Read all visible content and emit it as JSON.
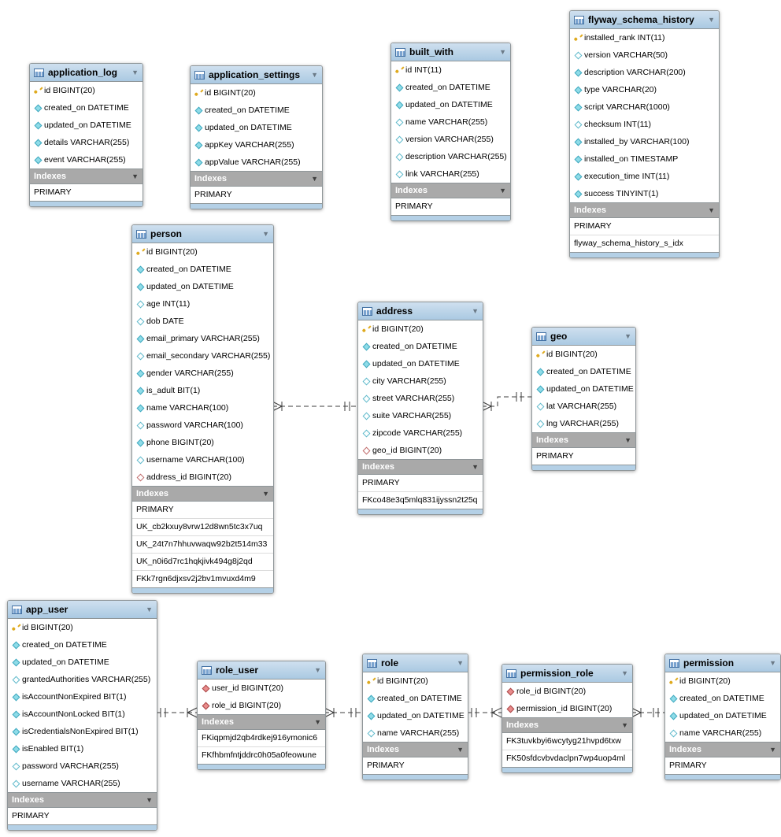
{
  "diagram": {
    "labels": {
      "indexes": "Indexes"
    },
    "icons": {
      "caret": "▼"
    },
    "colors": {
      "table_header": "#b4d0e6",
      "indexes_bar": "#a9a9a9",
      "primary_key_icon": "#dfaa1e",
      "not_null_icon": "#8fdce8",
      "foreign_key_icon": "#e98c8c",
      "connector": "#3c3c3c"
    },
    "tables": [
      {
        "name": "application_log",
        "columns": [
          {
            "icon": "pk",
            "text": "id BIGINT(20)"
          },
          {
            "icon": "req",
            "text": "created_on DATETIME"
          },
          {
            "icon": "req",
            "text": "updated_on DATETIME"
          },
          {
            "icon": "req",
            "text": "details VARCHAR(255)"
          },
          {
            "icon": "req",
            "text": "event VARCHAR(255)"
          }
        ],
        "indexes": [
          "PRIMARY"
        ]
      },
      {
        "name": "application_settings",
        "columns": [
          {
            "icon": "pk",
            "text": "id BIGINT(20)"
          },
          {
            "icon": "req",
            "text": "created_on DATETIME"
          },
          {
            "icon": "req",
            "text": "updated_on DATETIME"
          },
          {
            "icon": "req",
            "text": "appKey VARCHAR(255)"
          },
          {
            "icon": "req",
            "text": "appValue VARCHAR(255)"
          }
        ],
        "indexes": [
          "PRIMARY"
        ]
      },
      {
        "name": "built_with",
        "columns": [
          {
            "icon": "pk",
            "text": "id INT(11)"
          },
          {
            "icon": "req",
            "text": "created_on DATETIME"
          },
          {
            "icon": "req",
            "text": "updated_on DATETIME"
          },
          {
            "icon": "opt",
            "text": "name VARCHAR(255)"
          },
          {
            "icon": "opt",
            "text": "version VARCHAR(255)"
          },
          {
            "icon": "opt",
            "text": "description VARCHAR(255)"
          },
          {
            "icon": "opt",
            "text": "link VARCHAR(255)"
          }
        ],
        "indexes": [
          "PRIMARY"
        ]
      },
      {
        "name": "flyway_schema_history",
        "columns": [
          {
            "icon": "pk",
            "text": "installed_rank INT(11)"
          },
          {
            "icon": "opt",
            "text": "version VARCHAR(50)"
          },
          {
            "icon": "req",
            "text": "description VARCHAR(200)"
          },
          {
            "icon": "req",
            "text": "type VARCHAR(20)"
          },
          {
            "icon": "req",
            "text": "script VARCHAR(1000)"
          },
          {
            "icon": "opt",
            "text": "checksum INT(11)"
          },
          {
            "icon": "req",
            "text": "installed_by VARCHAR(100)"
          },
          {
            "icon": "req",
            "text": "installed_on TIMESTAMP"
          },
          {
            "icon": "req",
            "text": "execution_time INT(11)"
          },
          {
            "icon": "req",
            "text": "success TINYINT(1)"
          }
        ],
        "indexes": [
          "PRIMARY",
          "flyway_schema_history_s_idx"
        ]
      },
      {
        "name": "person",
        "columns": [
          {
            "icon": "pk",
            "text": "id BIGINT(20)"
          },
          {
            "icon": "req",
            "text": "created_on DATETIME"
          },
          {
            "icon": "req",
            "text": "updated_on DATETIME"
          },
          {
            "icon": "opt",
            "text": "age INT(11)"
          },
          {
            "icon": "opt",
            "text": "dob DATE"
          },
          {
            "icon": "req",
            "text": "email_primary VARCHAR(255)"
          },
          {
            "icon": "opt",
            "text": "email_secondary VARCHAR(255)"
          },
          {
            "icon": "req",
            "text": "gender VARCHAR(255)"
          },
          {
            "icon": "req",
            "text": "is_adult BIT(1)"
          },
          {
            "icon": "req",
            "text": "name VARCHAR(100)"
          },
          {
            "icon": "opt",
            "text": "password VARCHAR(100)"
          },
          {
            "icon": "req",
            "text": "phone BIGINT(20)"
          },
          {
            "icon": "opt",
            "text": "username VARCHAR(100)"
          },
          {
            "icon": "fk",
            "text": "address_id BIGINT(20)"
          }
        ],
        "indexes": [
          "PRIMARY",
          "UK_cb2kxuy8vrw12d8wn5tc3x7uq",
          "UK_24t7n7hhuvwaqw92b2t514m33",
          "UK_n0i6d7rc1hqkjivk494g8j2qd",
          "FKk7rgn6djxsv2j2bv1mvuxd4m9"
        ]
      },
      {
        "name": "address",
        "columns": [
          {
            "icon": "pk",
            "text": "id BIGINT(20)"
          },
          {
            "icon": "req",
            "text": "created_on DATETIME"
          },
          {
            "icon": "req",
            "text": "updated_on DATETIME"
          },
          {
            "icon": "opt",
            "text": "city VARCHAR(255)"
          },
          {
            "icon": "opt",
            "text": "street VARCHAR(255)"
          },
          {
            "icon": "opt",
            "text": "suite VARCHAR(255)"
          },
          {
            "icon": "opt",
            "text": "zipcode VARCHAR(255)"
          },
          {
            "icon": "fk",
            "text": "geo_id BIGINT(20)"
          }
        ],
        "indexes": [
          "PRIMARY",
          "FKco48e3q5mlq831ijyssn2t25q"
        ]
      },
      {
        "name": "geo",
        "columns": [
          {
            "icon": "pk",
            "text": "id BIGINT(20)"
          },
          {
            "icon": "req",
            "text": "created_on DATETIME"
          },
          {
            "icon": "req",
            "text": "updated_on DATETIME"
          },
          {
            "icon": "opt",
            "text": "lat VARCHAR(255)"
          },
          {
            "icon": "opt",
            "text": "lng VARCHAR(255)"
          }
        ],
        "indexes": [
          "PRIMARY"
        ]
      },
      {
        "name": "app_user",
        "columns": [
          {
            "icon": "pk",
            "text": "id BIGINT(20)"
          },
          {
            "icon": "req",
            "text": "created_on DATETIME"
          },
          {
            "icon": "req",
            "text": "updated_on DATETIME"
          },
          {
            "icon": "opt",
            "text": "grantedAuthorities VARCHAR(255)"
          },
          {
            "icon": "req",
            "text": "isAccountNonExpired BIT(1)"
          },
          {
            "icon": "req",
            "text": "isAccountNonLocked BIT(1)"
          },
          {
            "icon": "req",
            "text": "isCredentialsNonExpired BIT(1)"
          },
          {
            "icon": "req",
            "text": "isEnabled BIT(1)"
          },
          {
            "icon": "opt",
            "text": "password VARCHAR(255)"
          },
          {
            "icon": "opt",
            "text": "username VARCHAR(255)"
          }
        ],
        "indexes": [
          "PRIMARY"
        ]
      },
      {
        "name": "role_user",
        "columns": [
          {
            "icon": "fkreq",
            "text": "user_id BIGINT(20)"
          },
          {
            "icon": "fkreq",
            "text": "role_id BIGINT(20)"
          }
        ],
        "indexes": [
          "FKiqpmjd2qb4rdkej916ymonic6",
          "FKfhbmfntjddrc0h05a0feowune"
        ]
      },
      {
        "name": "role",
        "columns": [
          {
            "icon": "pk",
            "text": "id BIGINT(20)"
          },
          {
            "icon": "req",
            "text": "created_on DATETIME"
          },
          {
            "icon": "req",
            "text": "updated_on DATETIME"
          },
          {
            "icon": "opt",
            "text": "name VARCHAR(255)"
          }
        ],
        "indexes": [
          "PRIMARY"
        ]
      },
      {
        "name": "permission_role",
        "columns": [
          {
            "icon": "fkreq",
            "text": "role_id BIGINT(20)"
          },
          {
            "icon": "fkreq",
            "text": "permission_id BIGINT(20)"
          }
        ],
        "indexes": [
          "FK3tuvkbyi6wcytyg21hvpd6txw",
          "FK50sfdcvbvdaclpn7wp4uop4ml"
        ]
      },
      {
        "name": "permission",
        "columns": [
          {
            "icon": "pk",
            "text": "id BIGINT(20)"
          },
          {
            "icon": "req",
            "text": "created_on DATETIME"
          },
          {
            "icon": "req",
            "text": "updated_on DATETIME"
          },
          {
            "icon": "opt",
            "text": "name VARCHAR(255)"
          }
        ],
        "indexes": [
          "PRIMARY"
        ]
      }
    ],
    "relationships": [
      {
        "table_a": "person",
        "a_end": "many",
        "table_b": "address",
        "b_end": "one",
        "style": "dashed"
      },
      {
        "table_a": "address",
        "a_end": "many",
        "table_b": "geo",
        "b_end": "one",
        "style": "dashed"
      },
      {
        "table_a": "role_user",
        "a_end": "many",
        "table_b": "app_user",
        "b_end": "one",
        "style": "dashed"
      },
      {
        "table_a": "role_user",
        "a_end": "many",
        "table_b": "role",
        "b_end": "one",
        "style": "dashed"
      },
      {
        "table_a": "permission_role",
        "a_end": "many",
        "table_b": "role",
        "b_end": "one",
        "style": "dashed"
      },
      {
        "table_a": "permission_role",
        "a_end": "many",
        "table_b": "permission",
        "b_end": "one",
        "style": "dashed"
      }
    ]
  }
}
